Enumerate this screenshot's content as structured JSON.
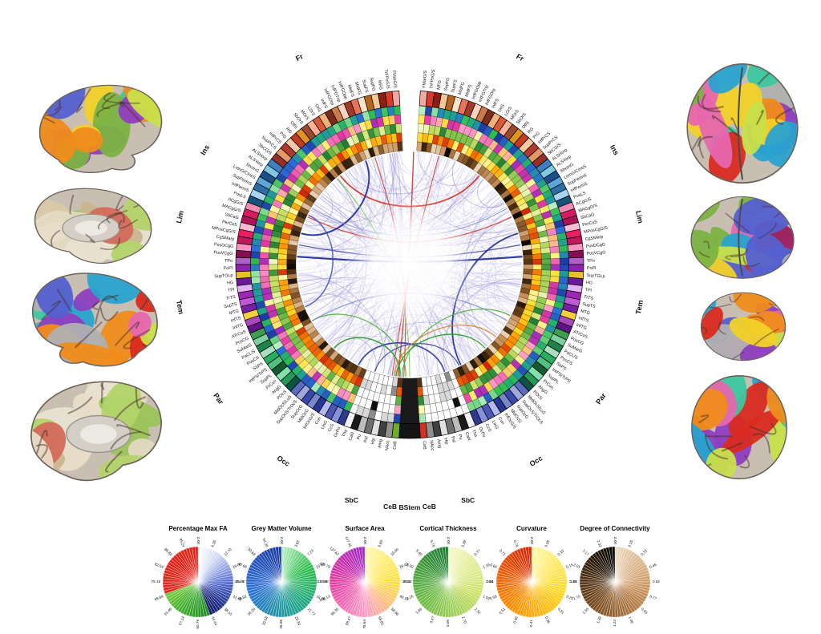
{
  "seed": 11,
  "figure": {
    "background": "#ffffff"
  },
  "connectogram": {
    "lobes": [
      {
        "id": "Fr",
        "label": "Fr",
        "regions": [
          "FMarG/S",
          "TrFPoG/S",
          "MFG",
          "SupFG",
          "SupFS",
          "MidFG",
          "MidFS",
          "InfFGOpp",
          "InfFGTrip",
          "InfFGOrp",
          "InfFS",
          "OrG",
          "LOrS",
          "MOrS",
          "SbOrS",
          "OlfS",
          "RG",
          "PrG",
          "InfPrCS",
          "SupPrCS",
          "SbCG/S"
        ],
        "palette": [
          "#f4a9a0",
          "#d93a2b",
          "#8c1f14",
          "#f2c894",
          "#b5651d",
          "#f7e3c8",
          "#e8735a",
          "#a03c28",
          "#ffd2c2",
          "#c97b4a",
          "#7a2e1a",
          "#f0b27a",
          "#d65a3a",
          "#ffb199",
          "#9c4a2f",
          "#e2931d",
          "#c23b22",
          "#f5cba7",
          "#b03a2e",
          "#e59866",
          "#943126"
        ]
      },
      {
        "id": "Ins",
        "label": "Ins",
        "regions": [
          "ALSHorp",
          "ALSVerp",
          "ShoInG",
          "LoInG/CInsS",
          "SupPerInS",
          "InfPerInS",
          "PosLS"
        ],
        "palette": [
          "#3f7fc1",
          "#7ec8e3",
          "#1b4f8a",
          "#5ea6d8",
          "#2e6da4",
          "#a8d4ef",
          "#14537a"
        ]
      },
      {
        "id": "Lim",
        "label": "Lim",
        "regions": [
          "ACgG/S",
          "MACgG/S",
          "SbCaG",
          "PerCaS",
          "MPosCgG/S",
          "CgSMarp",
          "PosDCgG",
          "PosVCgG"
        ],
        "palette": [
          "#f08bb4",
          "#d81b60",
          "#ad1457",
          "#f8bbd0",
          "#e91e63",
          "#c2185b",
          "#ff94c2",
          "#880e4f"
        ]
      },
      {
        "id": "Tem",
        "label": "Tem",
        "regions": [
          "TPo",
          "PoPl",
          "SupTGLp",
          "HG",
          "TPl",
          "TrTS",
          "SupTS",
          "MTG",
          "InfTS",
          "InfTG",
          "ATrCoS"
        ],
        "palette": [
          "#b05fc9",
          "#8e24aa",
          "#e6c229",
          "#6a1b9a",
          "#e1b3f0",
          "#9c27b0",
          "#c158dc",
          "#7b1fa2",
          "#f4d03f",
          "#ab47bc",
          "#5e1687"
        ]
      },
      {
        "id": "Par",
        "label": "Par",
        "regions": [
          "PosCG",
          "SuMarG",
          "PaCL/S",
          "PosCS",
          "SbPS",
          "IntPS/TrPS",
          "SupPL",
          "PrCun",
          "AngG",
          "POcS"
        ],
        "palette": [
          "#3f9e4d",
          "#7dcea0",
          "#1e8449",
          "#a9dfbf",
          "#27ae60",
          "#52be80",
          "#145a32",
          "#82e0aa",
          "#239b56",
          "#0b5345"
        ]
      },
      {
        "id": "Occ",
        "label": "Occ",
        "regions": [
          "MidOcS/LuS",
          "SupOcS/TrOcS",
          "SupOcG",
          "MidOcG",
          "InfOcG/S",
          "Cun",
          "LinG",
          "CcS",
          "OcPo"
        ],
        "palette": [
          "#5c6bc0",
          "#9fa8da",
          "#3949ab",
          "#7986cb",
          "#283593",
          "#b3baf0",
          "#4a57b5",
          "#8891d8",
          "#2c3a8f"
        ]
      },
      {
        "id": "SbC",
        "label": "SbC",
        "metrics": "gray",
        "regions": [
          "Tha",
          "CaN",
          "Pu",
          "Pal",
          "Hip",
          "Amg",
          "NAcc"
        ],
        "palette": [
          "#f2f2f2",
          "#1a1a1a",
          "#bdbdbd",
          "#6e6e6e",
          "#e0e0e0",
          "#404040",
          "#909090"
        ]
      },
      {
        "id": "CeB",
        "label": "CeB",
        "regions": [
          "CeB"
        ],
        "palette": [
          "#6fae2a"
        ],
        "palette_right": [
          "#cf3227"
        ]
      }
    ],
    "bstem": {
      "label": "BStem",
      "color": "#141414"
    },
    "ring_order_outer_to_inner": [
      "gm",
      "sa",
      "ct",
      "cv",
      "dc"
    ],
    "chords": {
      "web_count": 310,
      "web_color": "#b9b3e2",
      "web_color_strong": "#8d85cf",
      "highlights": [
        [
          -128,
          -52,
          "#d63a2e",
          1.8,
          0.95
        ],
        [
          -155,
          -25,
          "#d63a2e",
          1.2,
          0.9
        ],
        [
          96,
          -88,
          "#d63a2e",
          1.4,
          0.95
        ],
        [
          99,
          -75,
          "#d63a2e",
          1.1,
          0.9
        ],
        [
          93,
          -108,
          "#d63a2e",
          1.1,
          0.9
        ],
        [
          184,
          -4,
          "#27359b",
          2.2,
          0.95
        ],
        [
          190,
          -10,
          "#27359b",
          1.2,
          0.8
        ],
        [
          196,
          247,
          "#27359b",
          2.0,
          0.95
        ],
        [
          -16,
          63,
          "#27359b",
          1.8,
          0.95
        ],
        [
          117,
          72,
          "#2b3aa8",
          1.8,
          0.9
        ],
        [
          108,
          64,
          "#2b3aa8",
          1.2,
          0.85
        ],
        [
          206,
          158,
          "#4553c0",
          1.6,
          0.85
        ],
        [
          95,
          132,
          "#2f9e2f",
          1.6,
          0.95
        ],
        [
          97,
          48,
          "#2f9e2f",
          1.4,
          0.95
        ],
        [
          92,
          150,
          "#45b02c",
          1.2,
          0.9
        ],
        [
          94,
          27,
          "#45b02c",
          1.2,
          0.9
        ],
        [
          90,
          -130,
          "#6fc13a",
          1.0,
          0.85
        ],
        [
          98,
          40,
          "#e07820",
          1.2,
          0.9
        ],
        [
          150,
          30,
          "#7d88d8",
          1.4,
          0.8
        ],
        [
          -150,
          -30,
          "#7d88d8",
          1.2,
          0.8
        ]
      ]
    }
  },
  "legends": [
    {
      "id": "fa",
      "title": "Percentage Max FA",
      "ticks": [
        "0.00",
        "6.35",
        "12.70",
        "19.05",
        "25.40",
        "31.75",
        "38.10",
        "44.44",
        "50.79",
        "57.14",
        "63.49",
        "69.84",
        "76.19",
        "82.54",
        "88.89",
        "95.24"
      ],
      "stops": [
        [
          0,
          "#ffffff"
        ],
        [
          0.1,
          "#d4dcf4"
        ],
        [
          0.26,
          "#4e66cf"
        ],
        [
          0.44,
          "#0e1766"
        ],
        [
          0.445,
          "#1a8a22"
        ],
        [
          0.58,
          "#3fae2d"
        ],
        [
          0.695,
          "#79c83e"
        ],
        [
          0.7,
          "#e0251b"
        ],
        [
          1,
          "#e0251b"
        ]
      ]
    },
    {
      "id": "gm",
      "title": "Grey Matter Volume",
      "ticks": [
        "0.00",
        "3.62",
        "7.24",
        "10.86",
        "14.48",
        "18.10",
        "21.72",
        "25.34",
        "28.96",
        "32.58",
        "36.20",
        "39.82",
        "43.44",
        "47.06",
        "50.68",
        "54.30"
      ],
      "stops": [
        [
          0,
          "#b8efc0"
        ],
        [
          0.18,
          "#2ebd4e"
        ],
        [
          0.45,
          "#1f9f97"
        ],
        [
          0.72,
          "#2b6fd6"
        ],
        [
          1,
          "#1c3ba0"
        ]
      ]
    },
    {
      "id": "sa",
      "title": "Surface Area",
      "ticks": [
        "0.00",
        "9.83",
        "19.66",
        "29.49",
        "39.32",
        "49.15",
        "58.98",
        "68.81",
        "78.64",
        "88.47",
        "98.30",
        "108.13",
        "117.96",
        "127.79",
        "137.62",
        "147.45"
      ],
      "stops": [
        [
          0,
          "#fff9b0"
        ],
        [
          0.25,
          "#ffe03a"
        ],
        [
          0.5,
          "#ff9cc8"
        ],
        [
          0.75,
          "#e53aa0"
        ],
        [
          1,
          "#a22bbf"
        ]
      ]
    },
    {
      "id": "ct",
      "title": "Cortical Thickness",
      "ticks": [
        "0.00",
        "0.39",
        "0.77",
        "1.16",
        "1.54",
        "1.93",
        "2.32",
        "2.70",
        "3.09",
        "3.47",
        "3.86",
        "4.25",
        "4.63",
        "5.02",
        "5.40",
        "5.79"
      ],
      "stops": [
        [
          0,
          "#f5f9c8"
        ],
        [
          0.3,
          "#cfe26a"
        ],
        [
          0.65,
          "#6cbb45"
        ],
        [
          1,
          "#1d7c35"
        ]
      ]
    },
    {
      "id": "cv",
      "title": "Curvature",
      "ticks": [
        "0.00",
        "0.05",
        "0.10",
        "0.15",
        "0.20",
        "0.25",
        "0.31",
        "0.36",
        "0.41",
        "0.46",
        "0.51",
        "0.56",
        "0.61",
        "0.66",
        "0.71",
        "0.76"
      ],
      "stops": [
        [
          0,
          "#fff9a8"
        ],
        [
          0.3,
          "#ffd823"
        ],
        [
          0.6,
          "#ff9000"
        ],
        [
          1,
          "#d42607"
        ]
      ]
    },
    {
      "id": "dc",
      "title": "Degree of Connectivity",
      "ticks": [
        "0.00",
        "0.15",
        "0.31",
        "0.46",
        "0.62",
        "0.77",
        "0.93",
        "1.08",
        "1.24",
        "1.39",
        "1.55",
        "1.70",
        "1.86",
        "2.01",
        "2.17",
        "2.32"
      ],
      "stops": [
        [
          0,
          "#ecd9bc"
        ],
        [
          0.3,
          "#c89058"
        ],
        [
          0.6,
          "#7e4f22"
        ],
        [
          0.85,
          "#34200c"
        ],
        [
          1,
          "#050505"
        ]
      ]
    }
  ],
  "brains": {
    "palette": [
      "#d92b1f",
      "#f2d129",
      "#7cb342",
      "#29a3d0",
      "#8e3fc0",
      "#e667b0",
      "#f08c1b",
      "#3cc8a0",
      "#b0b0b0",
      "#5560d0",
      "#9e1f63",
      "#c8e04a"
    ],
    "medial_palette": [
      "#e8ddc8",
      "#d9c9a8",
      "#c9b68f",
      "#b3d46a",
      "#e0d8c0",
      "#d46a5a",
      "#9bc45a",
      "#e8e2d0"
    ],
    "items": [
      {
        "name": "brain-left-hemisphere-lateral",
        "view": "lateral"
      },
      {
        "name": "brain-left-hemisphere-medial",
        "view": "medial"
      },
      {
        "name": "brain-right-hemisphere-lateral",
        "view": "lateral"
      },
      {
        "name": "brain-right-hemisphere-medial",
        "view": "medial"
      },
      {
        "name": "brain-superior-axial",
        "view": "axial"
      },
      {
        "name": "brain-inferior-axial",
        "view": "axial"
      },
      {
        "name": "brain-anterior-coronal",
        "view": "coronal"
      },
      {
        "name": "brain-posterior-coronal",
        "view": "coronal"
      }
    ]
  }
}
